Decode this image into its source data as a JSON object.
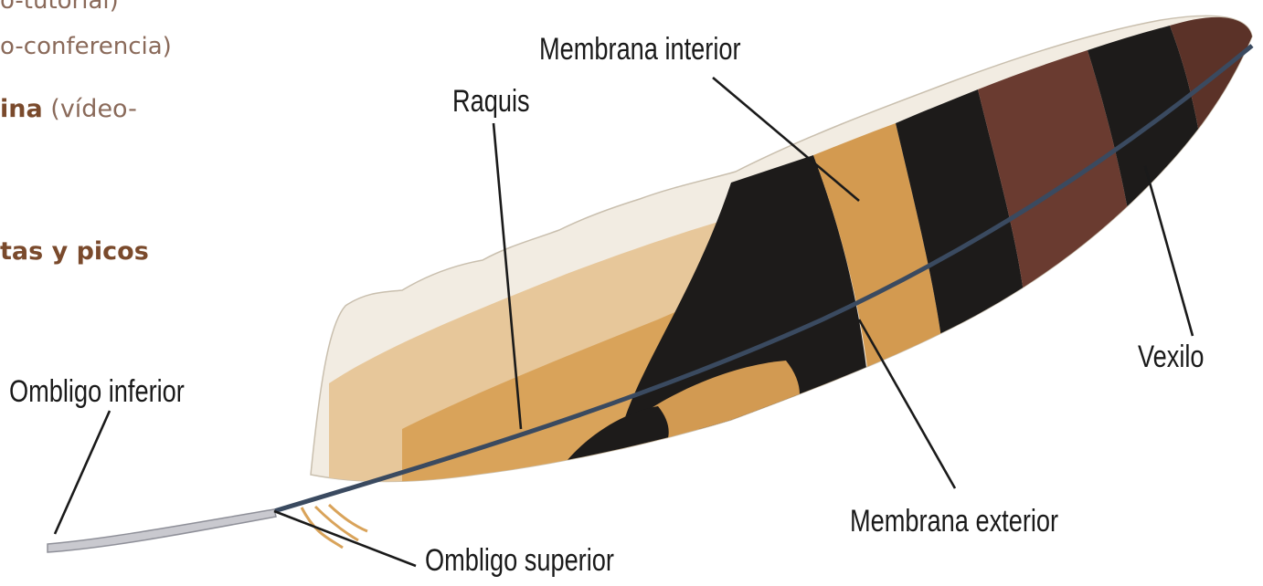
{
  "page_text": {
    "line_1": "o-tutorial)",
    "line_2": "o-conferencia)",
    "line_3_strong": "ina",
    "line_3_rest": " (vídeo-",
    "line_4": "tas y picos"
  },
  "diagram": {
    "labels": {
      "raquis": "Raquis",
      "membrana_interior": "Membrana interior",
      "vexilo": "Vexilo",
      "ombligo_inferior": "Ombligo inferior",
      "membrana_exterior": "Membrana exterior",
      "ombligo_superior": "Ombligo superior"
    },
    "colors": {
      "vane_cream": "#f2ece2",
      "vane_tan": "#d9a35a",
      "band_dark": "#1d1b1a",
      "band_brown": "#6a3b30",
      "rachis": "#3a4a60",
      "calamus": "#c9c9cf"
    }
  }
}
